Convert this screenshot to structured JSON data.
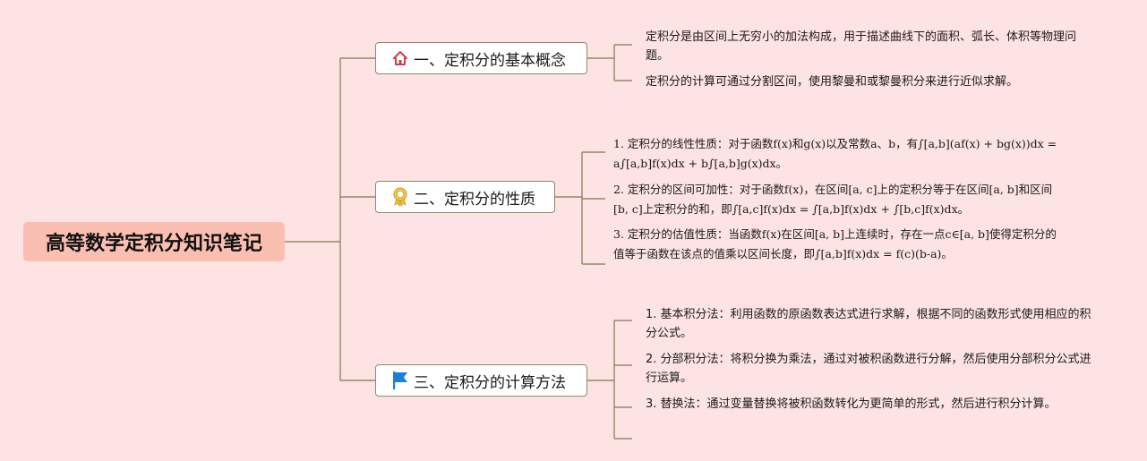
{
  "mindmap": {
    "root": "高等数学定积分知识笔记",
    "branches": [
      {
        "icon": "home-icon",
        "label": "一、定积分的基本概念",
        "items": [
          "定积分是由区间上无穷小的加法构成，用于描述曲线下的面积、弧长、体积等物理问题。",
          "定积分的计算可通过分割区间，使用黎曼和或黎曼积分来进行近似求解。"
        ]
      },
      {
        "icon": "award-ribbon-icon",
        "label": "二、定积分的性质",
        "items": [
          "1. 定积分的线性性质：对于函数f(x)和g(x)以及常数a、b，有∫[a,b](af(x) + bg(x))dx = a∫[a,b]f(x)dx + b∫[a,b]g(x)dx。",
          "2. 定积分的区间可加性：对于函数f(x)，在区间[a, c]上的定积分等于在区间[a, b]和区间[b, c]上定积分的和，即∫[a,c]f(x)dx = ∫[a,b]f(x)dx + ∫[b,c]f(x)dx。",
          "3. 定积分的估值性质：当函数f(x)在区间[a, b]上连续时，存在一点c∈[a, b]使得定积分的值等于函数在该点的值乘以区间长度，即∫[a,b]f(x)dx = f(c)(b-a)。"
        ]
      },
      {
        "icon": "flag-icon",
        "label": "三、定积分的计算方法",
        "items": [
          "1. 基本积分法：利用函数的原函数表达式进行求解，根据不同的函数形式使用相应的积分公式。",
          "2. 分部积分法：将积分换为乘法，通过对被积函数进行分解，然后使用分部积分公式进行运算。",
          "3. 替换法：通过变量替换将被积函数转化为更简单的形式，然后进行积分计算。"
        ]
      }
    ]
  }
}
